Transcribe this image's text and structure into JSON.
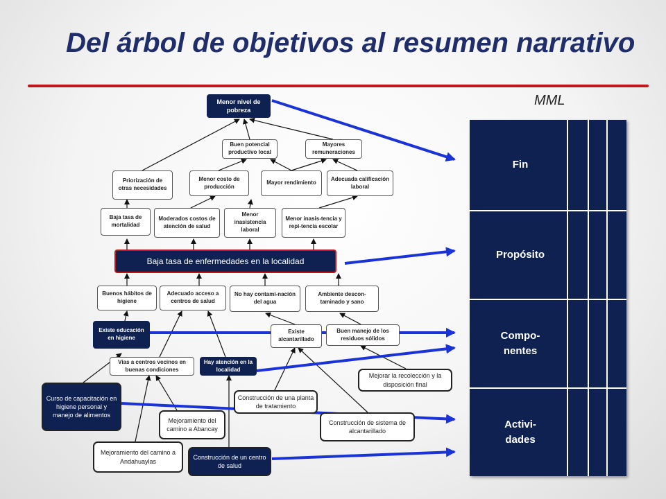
{
  "title": "Del árbol de objetivos al resumen narrativo",
  "mml": {
    "label": "MML",
    "rows": [
      "Fin",
      "Propósito",
      "Compo-\nnentes",
      "Activi-\ndades"
    ]
  },
  "tree": {
    "top": "Menor nivel de pobreza",
    "level2": [
      "Buen potencial productivo local",
      "Mayores remuneraciones"
    ],
    "level3": [
      "Priorización de otras necesidades",
      "Menor costo de producción",
      "Mayor rendimiento",
      "Adecuada calificación laboral"
    ],
    "level4": [
      "Baja tasa de mortalidad",
      "Moderados costos de atención de salud",
      "Menor inasistencia laboral",
      "Menor inasis-tencia y repi-tencia escolar"
    ],
    "central": "Baja  tasa  de   enfermedades en la localidad",
    "means1": [
      "Buenos hábitos de higiene",
      "Adecuado acceso a centros de salud",
      "No hay contami-nación del agua",
      "Ambiente descon-taminado  y sano"
    ],
    "means2": [
      "Existe educación en higiene",
      "Vías a centros vecinos en buenas condiciones",
      "Hay atención en la localidad",
      "Existe alcantarillado",
      "Buen manejo de los residuos sólidos"
    ],
    "actions": [
      "Curso de capacitación en higiene personal y manejo de alimentos",
      "Mejoramiento del camino a Abancay",
      "Mejoramiento del camino a Andahuaylas",
      "Construcción de un centro de salud",
      "Construcción de una planta de tratamiento",
      "Construcción de sistema de alcantarillado",
      "Mejorar la recolección y la disposición final"
    ]
  },
  "colors": {
    "navy": "#0e2150",
    "red": "#c0171f",
    "arrow_blue": "#1a33d6"
  }
}
